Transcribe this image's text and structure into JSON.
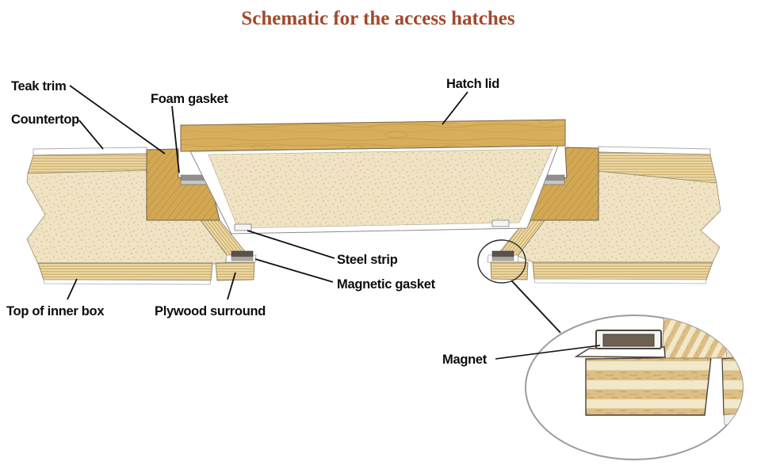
{
  "title": "Schematic for the access hatches",
  "labels": {
    "teak_trim": "Teak trim",
    "foam_gasket": "Foam gasket",
    "countertop": "Countertop",
    "hatch_lid": "Hatch lid",
    "steel_strip": "Steel strip",
    "magnetic_gasket": "Magnetic gasket",
    "top_of_inner_box": "Top of inner box",
    "plywood_surround": "Plywood surround",
    "magnet": "Magnet"
  },
  "colors": {
    "title_text": "#A3492B",
    "label_text": "#0D0D0D",
    "hatch_lid_wood": "#D6AC5A",
    "teak_trim_wood": "#D3A956",
    "plywood_light": "#ECDAA9",
    "plywood_dark": "#CDAB65",
    "particle_core": "#EFE3C4",
    "laminate_white": "#FFFFFF",
    "foam_gasket_gray": "#8F8F8D",
    "magnetic_gasket_dark": "#57524C",
    "magnet_brown": "#6E6052",
    "steel_strip_light": "#F4F4F2"
  }
}
